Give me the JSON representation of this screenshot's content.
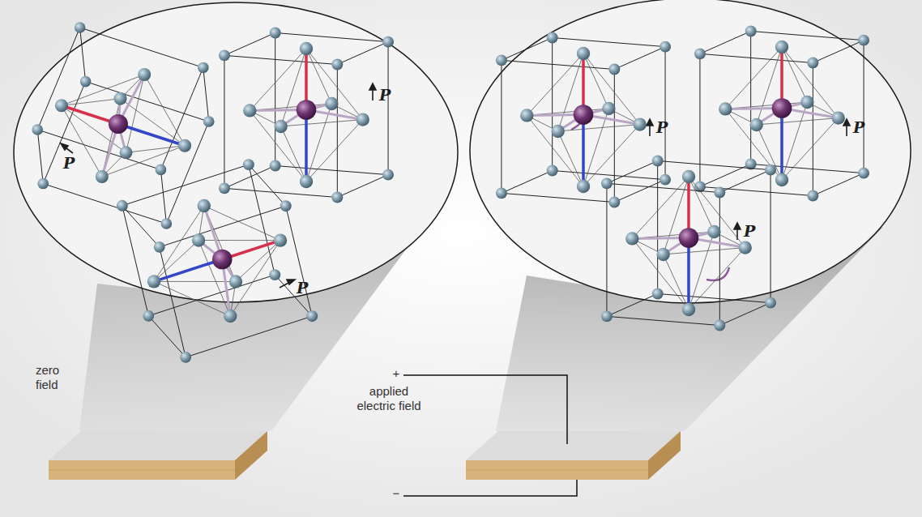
{
  "diagram": {
    "labels": [
      "P",
      "P",
      "P",
      "P",
      "P",
      "P",
      "zero field",
      "+",
      "applied electric field",
      "−"
    ]
  }
}
